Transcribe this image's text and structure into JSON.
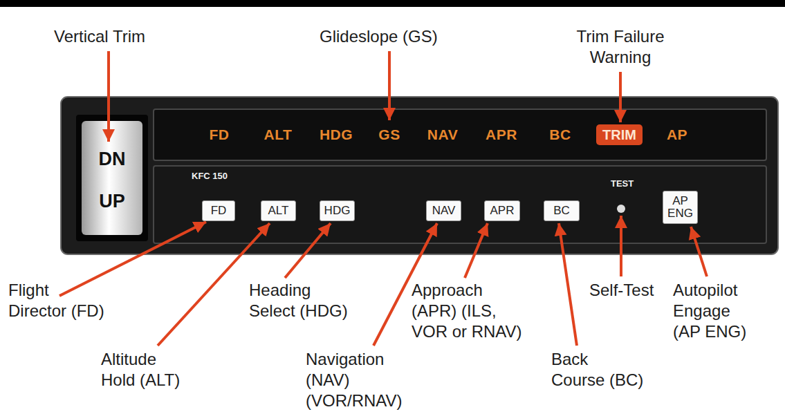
{
  "diagram": {
    "nodes": [
      {
        "text": [
          "DN",
          "UP"
        ]
      },
      {
        "text": [
          "TRIM"
        ]
      },
      {
        "text": [
          "KFC 150"
        ]
      },
      {
        "text": [
          "FD"
        ],
        "in": 2
      },
      {
        "text": [
          "ALT"
        ],
        "in": 2
      },
      {
        "text": [
          "HDG"
        ],
        "in": 2
      },
      {
        "text": [
          "NAV"
        ],
        "in": 2
      },
      {
        "text": [
          "APR"
        ],
        "in": 2
      },
      {
        "text": [
          "BC"
        ],
        "in": 2
      },
      {
        "text": [
          "AP ENG"
        ],
        "in": 2
      }
    ],
    "labels": [
      "Vertical Trim",
      "Glideslope (GS)",
      "Trim Failure Warning",
      "FD",
      "ALT",
      "HDG",
      "GS",
      "NAV",
      "APR",
      "BC",
      "AP",
      "TEST",
      "Flight Director (FD)",
      "Altitude Hold (ALT)",
      "Heading Select (HDG)",
      "Navigation (NAV) (VOR/RNAV)",
      "Approach (APR) (ILS, VOR or RNAV)",
      "Back Course (BC)",
      "Self-Test",
      "Autopilot Engage (AP ENG)"
    ]
  }
}
